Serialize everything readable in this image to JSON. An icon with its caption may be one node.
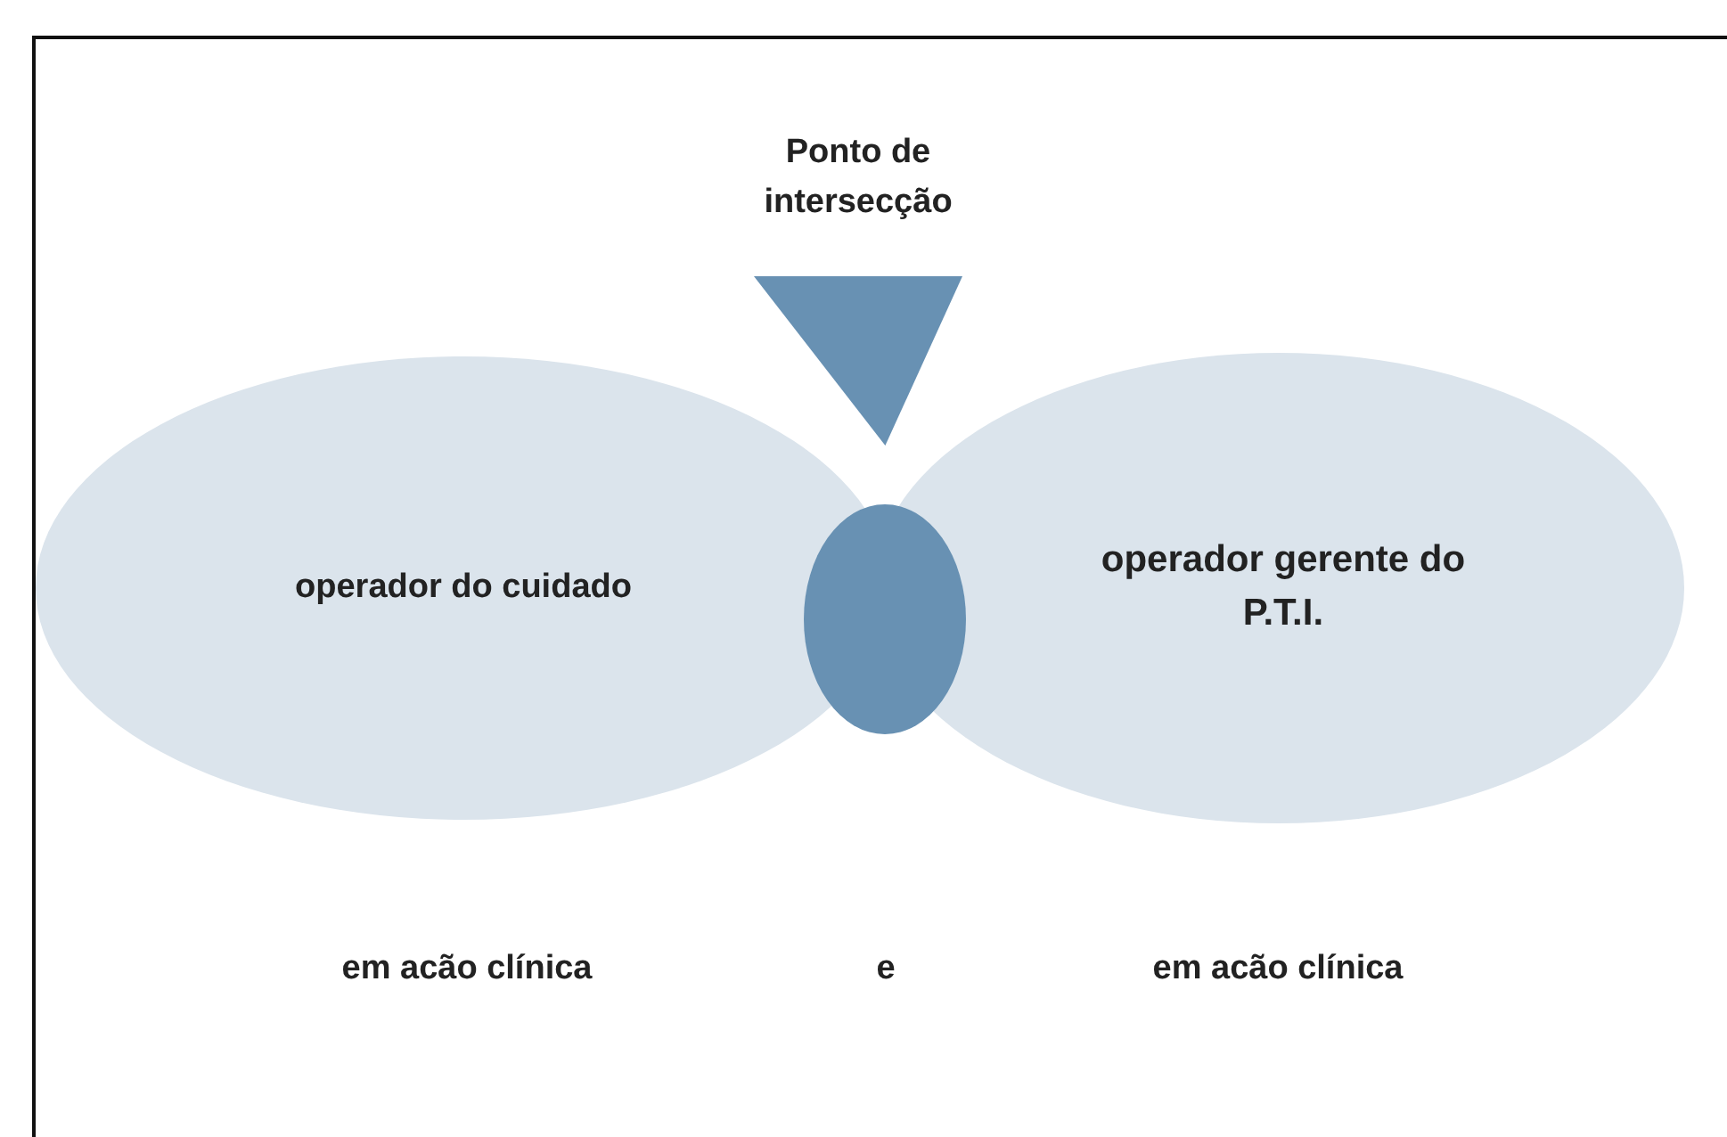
{
  "diagram": {
    "nodes": [
      {
        "text": [
          "Ponto de intersecção"
        ]
      },
      {
        "text": [
          "operador do cuidado"
        ]
      },
      {
        "text": [],
        "shape": "circle"
      },
      {
        "text": [
          "operador gerente do P.T.I."
        ]
      }
    ],
    "labels": [
      "em acão clínica",
      "e",
      "em acão clínica"
    ]
  }
}
